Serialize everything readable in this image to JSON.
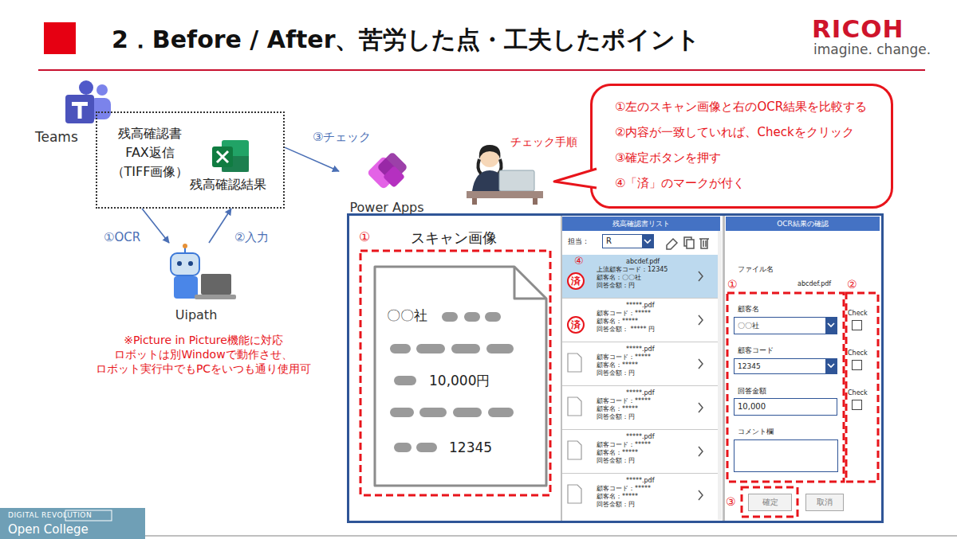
{
  "diagram": {
    "title": "2．Before / After、苦労した点・工夫したポイント",
    "nodes": [
      {
        "text": [
          "Teams"
        ]
      },
      {
        "text": [
          "残高確認書 FAX返信 （TIFF画像）",
          "残高確認結果"
        ]
      },
      {
        "text": [
          "Uipath"
        ]
      },
      {
        "text": [
          "Power Apps"
        ]
      },
      {
        "text": [
          "①左のスキャン画像と右のOCR結果を比較する",
          "②内容が一致していれば、Checkをクリック",
          "③確定ボタンを押す",
          "④「済」のマークが付く"
        ]
      },
      {
        "text": [
          "〇〇社",
          "10,000円",
          "12345"
        ]
      },
      {
        "text": [
          "残高確認書リスト"
        ]
      },
      {
        "text": [
          "R"
        ]
      },
      {
        "text": [
          "abcdef.pdf",
          "上流顧客コード：12345",
          "顧客名：〇〇社",
          "回答金額：円"
        ]
      },
      {
        "text": [
          "*****.pdf",
          "顧客コード：*****",
          "顧客名：*****",
          "回答金額： ***** 円"
        ]
      },
      {
        "text": [
          "*****.pdf",
          "顧客コード：*****",
          "顧客名：*****",
          "回答金額：円"
        ]
      },
      {
        "text": [
          "*****.pdf",
          "顧客コード：*****",
          "顧客名：*****",
          "回答金額：円"
        ]
      },
      {
        "text": [
          "*****.pdf",
          "顧客コード：*****",
          "顧客名：*****",
          "回答金額：円"
        ]
      },
      {
        "text": [
          "*****.pdf",
          "顧客コード：*****",
          "顧客名：*****",
          "回答金額：円"
        ]
      },
      {
        "text": [
          "済"
        ],
        "in": 8
      },
      {
        "text": [
          "済"
        ],
        "in": 9
      },
      {
        "text": [
          "OCR結果の確認"
        ]
      },
      {
        "text": [
          "〇〇社"
        ]
      },
      {
        "text": [
          "12345"
        ]
      },
      {
        "text": [
          "10,000"
        ]
      },
      {
        "text": [
          "確定"
        ]
      },
      {
        "text": [
          "取消"
        ]
      }
    ],
    "edges": [
      {
        "from": 1,
        "to": 2,
        "label": "①OCR",
        "arrow": "to"
      },
      {
        "from": 2,
        "to": 1,
        "label": "②入力",
        "arrow": "to"
      },
      {
        "from": 1,
        "to": 3,
        "label": "③チェック",
        "arrow": "to"
      }
    ],
    "labels": [
      "RICOH",
      "imagine. change.",
      "チェック手順",
      "※Picture in Picture機能に対応 ロボットは別Windowで動作させ、 ロボット実行中でもPCをいつも通り使用可",
      "①",
      "スキャン画像",
      "担当：",
      "④",
      "ファイル名",
      "abcdef.pdf",
      "①",
      "②",
      "顧客名",
      "顧客コード",
      "回答金額",
      "コメント欄",
      "Check",
      "Check",
      "Check",
      "③",
      "DIGITAL REVOLUTION",
      "Open College"
    ]
  }
}
